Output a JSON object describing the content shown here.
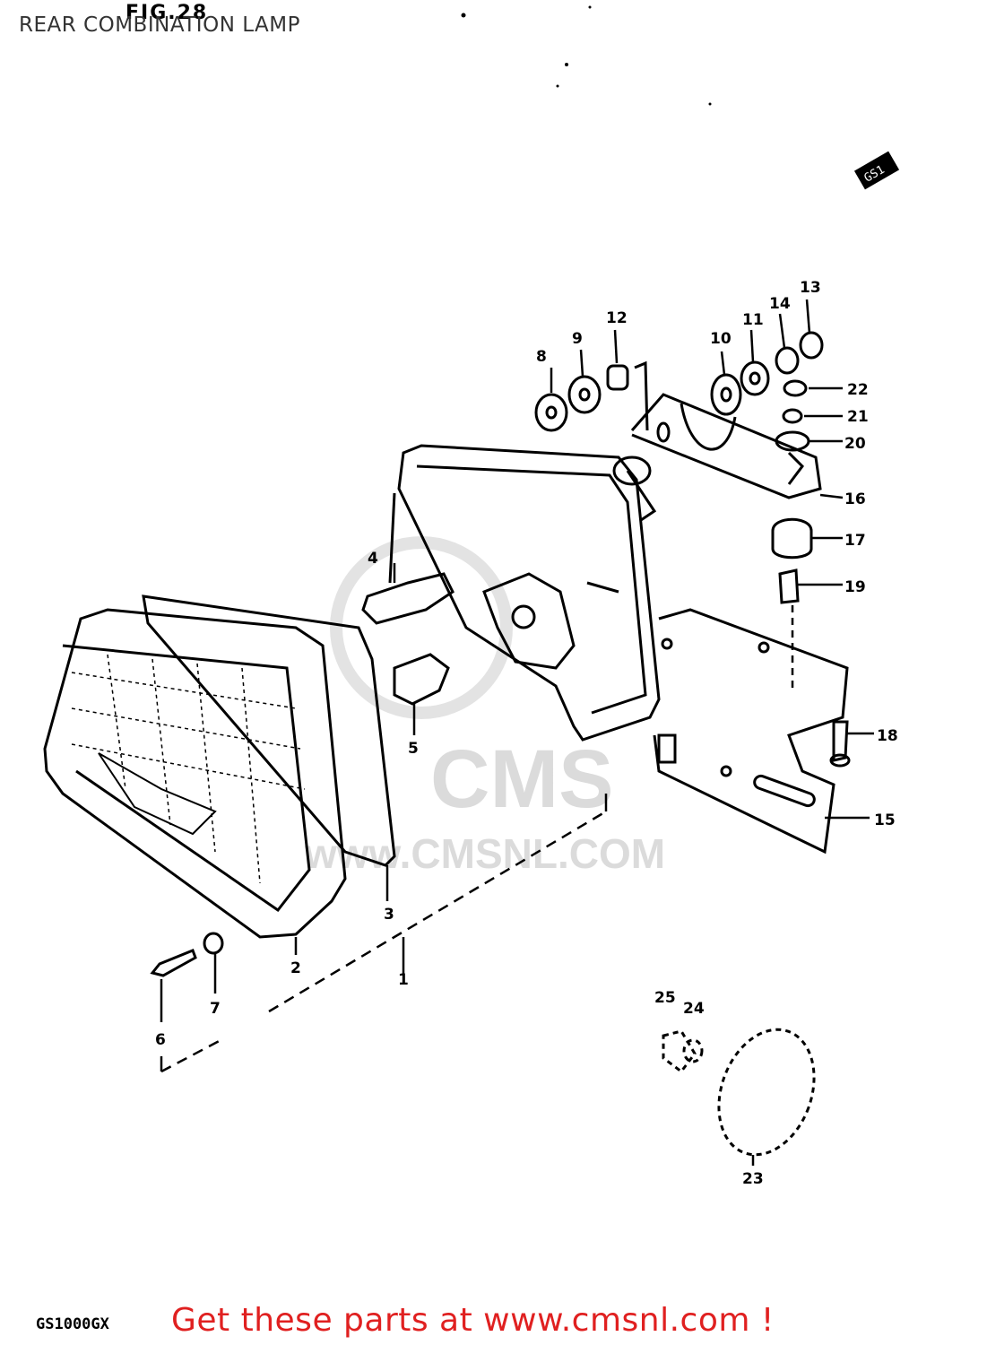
{
  "header": {
    "title": "REAR COMBINATION LAMP",
    "fig_number": "FIG.28"
  },
  "diagram": {
    "callouts": [
      "1",
      "2",
      "3",
      "4",
      "5",
      "6",
      "7",
      "8",
      "9",
      "10",
      "11",
      "12",
      "13",
      "14",
      "15",
      "16",
      "17",
      "18",
      "19",
      "20",
      "21",
      "22",
      "23",
      "24",
      "25"
    ],
    "stamp_text": "GS1"
  },
  "watermark": {
    "logo": "CMS",
    "url": "www.CMSNL.COM"
  },
  "footer": {
    "model_code": "GS1000GX",
    "link_text": "Get these parts at www.cmsnl.com !",
    "link_color": "#e02020"
  }
}
